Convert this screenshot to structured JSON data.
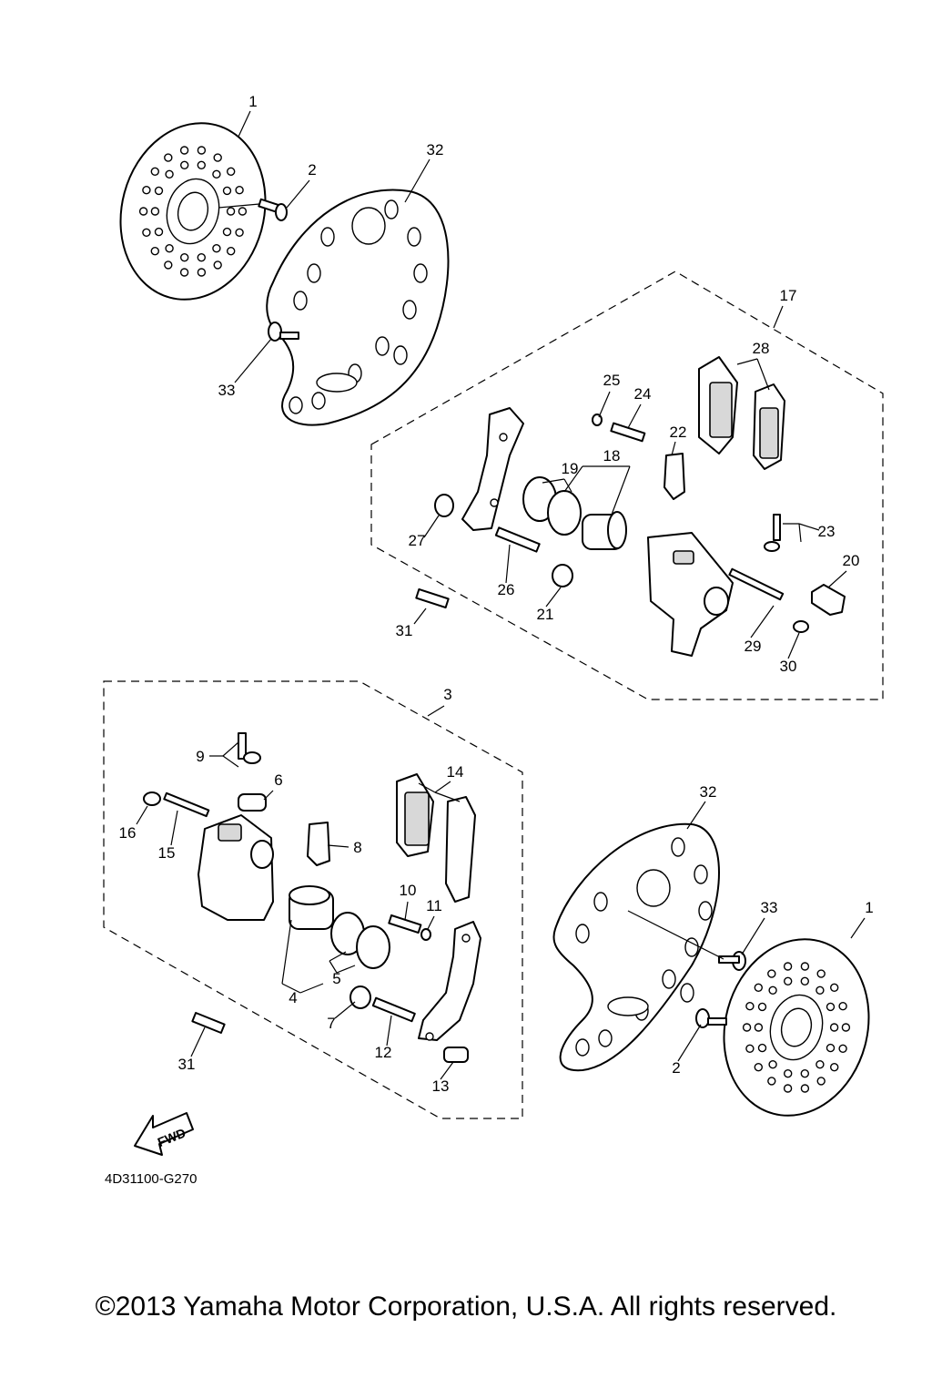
{
  "diagram": {
    "code": "4D31100-G270",
    "copyright": "©2013 Yamaha Motor Corporation, U.S.A. All rights reserved.",
    "fwd_label": "FWD",
    "callouts": {
      "c1a": "1",
      "c2a": "2",
      "c32a": "32",
      "c33a": "33",
      "c17": "17",
      "c28": "28",
      "c25": "25",
      "c24": "24",
      "c22": "22",
      "c18": "18",
      "c19": "19",
      "c27": "27",
      "c26": "26",
      "c21": "21",
      "c23": "23",
      "c20": "20",
      "c31a": "31",
      "c29": "29",
      "c30": "30",
      "c3": "3",
      "c9": "9",
      "c6": "6",
      "c14": "14",
      "c16": "16",
      "c15": "15",
      "c8": "8",
      "c10": "10",
      "c11": "11",
      "c4": "4",
      "c5": "5",
      "c7": "7",
      "c12": "12",
      "c31b": "31",
      "c13": "13",
      "c32b": "32",
      "c33b": "33",
      "c1b": "1",
      "c2b": "2"
    }
  }
}
